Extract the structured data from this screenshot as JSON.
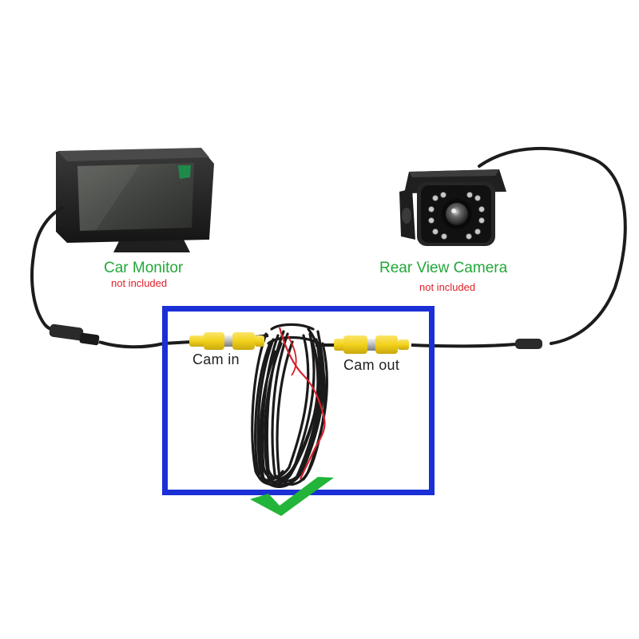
{
  "labels": {
    "monitor_title": "Car Monitor",
    "monitor_note": "not included",
    "camera_title": "Rear View Camera",
    "camera_note": "not included",
    "cam_in": "Cam in",
    "cam_out": "Cam out"
  },
  "colors": {
    "background": "#ffffff",
    "highlight_box": "#1a2fd6",
    "label_green": "#22a83a",
    "label_red": "#e0202a",
    "checkmark": "#22b53a",
    "connector_yellow": "#f2d21b",
    "cable": "#1c1c1c",
    "cable_red_wire": "#d6202a"
  },
  "icons": {
    "checkmark": "check-icon"
  }
}
